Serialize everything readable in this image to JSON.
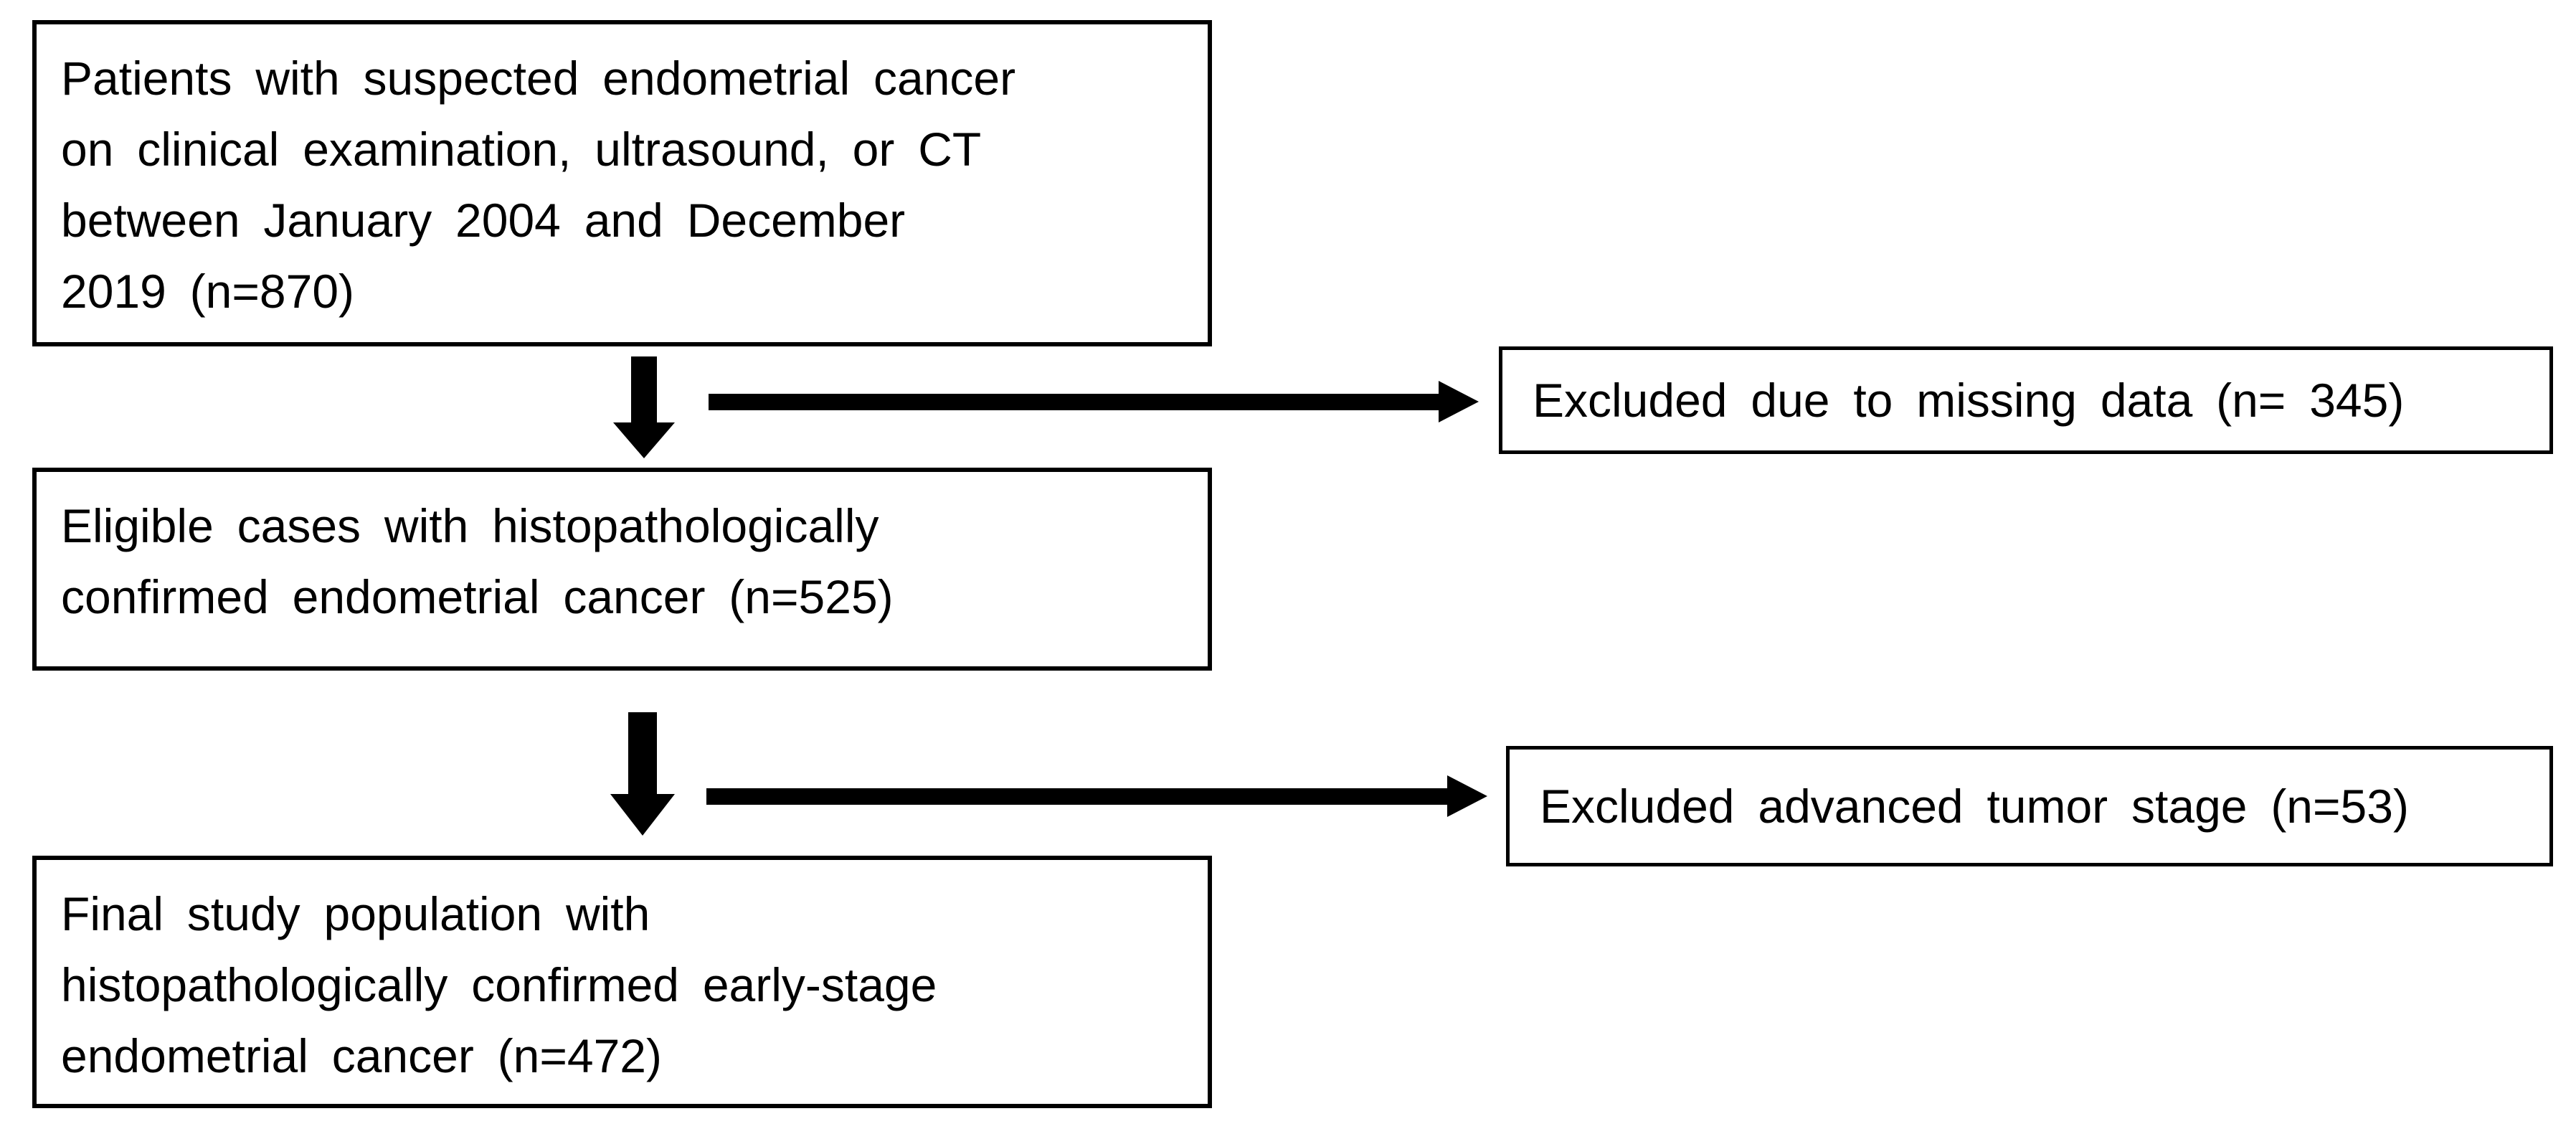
{
  "flowchart": {
    "boxes": [
      {
        "id": "source-population",
        "lines": [
          "Patients with suspected endometrial cancer",
          "on clinical examination, ultrasound, or CT",
          "between January 2004 and December",
          "2019 (n=870)"
        ],
        "n": 870
      },
      {
        "id": "eligible-cases",
        "lines": [
          "Eligible cases with histopathologically",
          "confirmed endometrial cancer (n=525)"
        ],
        "n": 525
      },
      {
        "id": "final-population",
        "lines": [
          "Final study population with",
          "histopathologically confirmed early-stage",
          "endometrial cancer (n=472)"
        ],
        "n": 472
      }
    ],
    "exclusions": [
      {
        "id": "excluded-missing-data",
        "label": "Excluded due to missing data (n= 345)",
        "n": 345
      },
      {
        "id": "excluded-advanced-stage",
        "label": "Excluded advanced tumor stage (n=53)",
        "n": 53
      }
    ],
    "edges": [
      {
        "from": "source-population",
        "to": "eligible-cases",
        "type": "down-arrow"
      },
      {
        "from": "source-population",
        "to": "excluded-missing-data",
        "type": "right-arrow"
      },
      {
        "from": "eligible-cases",
        "to": "final-population",
        "type": "down-arrow"
      },
      {
        "from": "eligible-cases",
        "to": "excluded-advanced-stage",
        "type": "right-arrow"
      }
    ],
    "colors": {
      "background": "#ffffff",
      "border": "#000000",
      "text": "#000000",
      "arrow": "#000000"
    }
  }
}
